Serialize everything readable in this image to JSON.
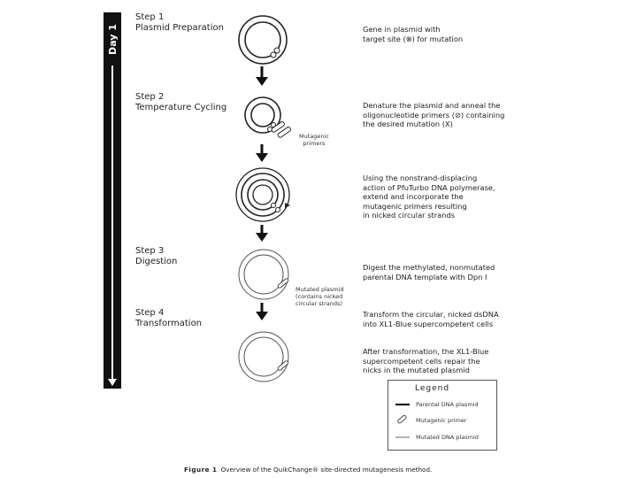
{
  "day_label": "Day 1",
  "steps": [
    {
      "title": "Step 1",
      "subtitle": "Plasmid Preparation"
    },
    {
      "title": "Step 2",
      "subtitle": "Temperature Cycling"
    },
    {
      "title": "Step 3",
      "subtitle": "Digestion"
    },
    {
      "title": "Step 4",
      "subtitle": "Transformation"
    }
  ],
  "descriptions": [
    {
      "lines": [
        "Gene in plasmid with",
        "target site (⊗) for mutation"
      ]
    },
    {
      "lines": [
        "Denature the plasmid and anneal the",
        "oligonucleotide primers (⊘) containing",
        "the desired mutation (X)"
      ]
    },
    {
      "lines": [
        "Using the nonstrand-displacing",
        "action of PfuTurbo DNA polymerase,",
        "extend and incorporate the",
        "mutagenic primers resulting",
        "in nicked circular strands"
      ]
    },
    {
      "lines": [
        "Digest the methylated, nonmutated",
        "parental DNA template with Dpn I"
      ]
    },
    {
      "lines": [
        "Transform the circular, nicked dsDNA",
        "into XL1-Blue supercompetent cells"
      ]
    },
    {
      "lines": [
        "After transformation, the XL1-Blue",
        "supercompetent cells repair the",
        "nicks in the mutated plasmid"
      ]
    }
  ],
  "annotations": {
    "mutagenic_primers": [
      "Mutagenic",
      "primers"
    ],
    "mutated_plasmid": [
      "Mutated plasmid",
      "(contains nicked",
      "circular strands)"
    ]
  },
  "legend": {
    "title": "Legend",
    "items": [
      "Parental DNA plasmid",
      "Mutagenic primer",
      "Mutated DNA plasmid"
    ]
  },
  "caption": {
    "figure": "Figure 1",
    "text": "Overview of the QuikChange® site-directed mutagenesis method."
  },
  "colors": {
    "ink": "#222222",
    "bar": "#111111",
    "background": "#ffffff"
  }
}
